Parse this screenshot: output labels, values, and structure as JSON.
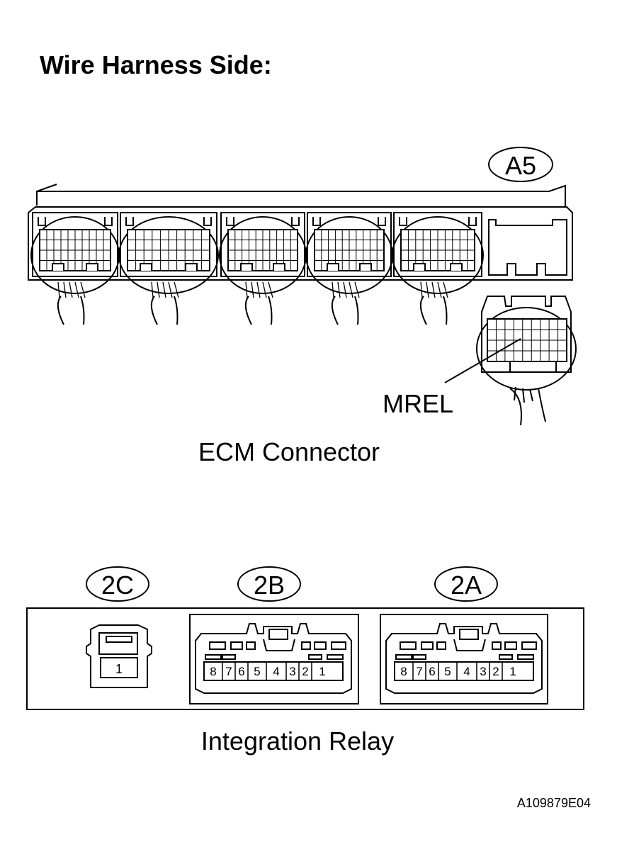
{
  "title": "Wire Harness Side:",
  "ecm": {
    "connector_tag": "A5",
    "terminal_label": "MREL",
    "caption": "ECM Connector"
  },
  "relay": {
    "caption": "Integration Relay",
    "connectors": [
      {
        "tag": "2C",
        "pins": [
          "1"
        ]
      },
      {
        "tag": "2B",
        "pins": [
          "8",
          "7",
          "6",
          "5",
          "4",
          "3",
          "2",
          "1"
        ]
      },
      {
        "tag": "2A",
        "pins": [
          "8",
          "7",
          "6",
          "5",
          "4",
          "3",
          "2",
          "1"
        ]
      }
    ]
  },
  "figure_id": "A109879E04"
}
